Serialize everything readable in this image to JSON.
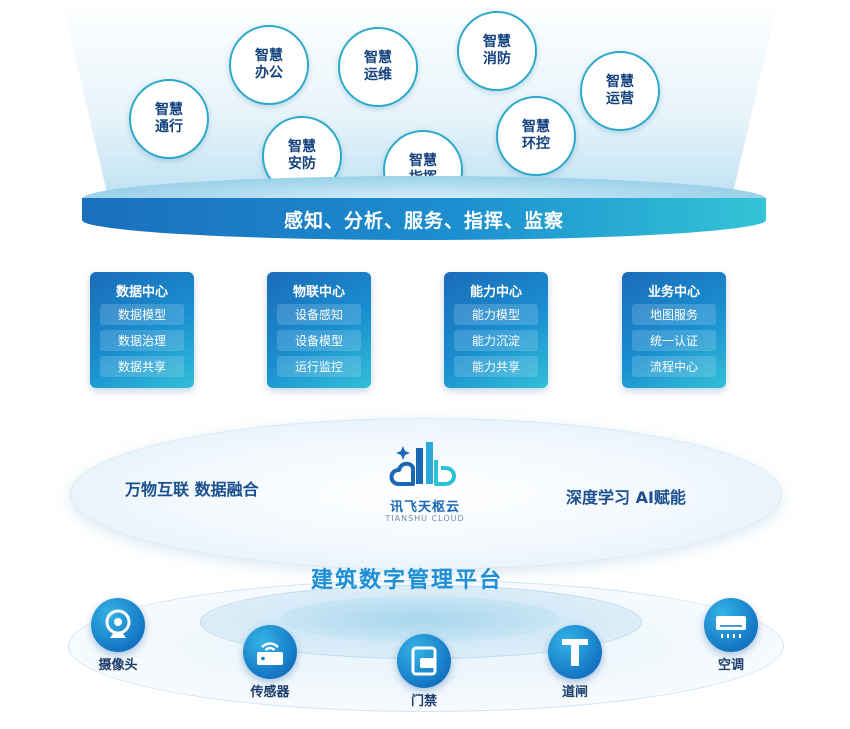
{
  "smart_modules": [
    {
      "label": "智慧\n办公"
    },
    {
      "label": "智慧\n运维"
    },
    {
      "label": "智慧\n消防"
    },
    {
      "label": "智慧\n运营"
    },
    {
      "label": "智慧\n通行"
    },
    {
      "label": "智慧\n安防"
    },
    {
      "label": "智慧\n指挥"
    },
    {
      "label": "智慧\n环控"
    }
  ],
  "top_band": "感知、分析、服务、指挥、监察",
  "centers": [
    {
      "title": "数据中心",
      "items": [
        "数据模型",
        "数据治理",
        "数据共享"
      ]
    },
    {
      "title": "物联中心",
      "items": [
        "设备感知",
        "设备模型",
        "运行监控"
      ]
    },
    {
      "title": "能力中心",
      "items": [
        "能力模型",
        "能力沉淀",
        "能力共享"
      ]
    },
    {
      "title": "业务中心",
      "items": [
        "地图服务",
        "统一认证",
        "流程中心"
      ]
    }
  ],
  "middle": {
    "left_text": "万物互联 数据融合",
    "right_text": "深度学习 AI赋能",
    "logo_name": "讯飞天枢云",
    "logo_sub": "TIANSHU CLOUD"
  },
  "platform_title": "建筑数字管理平台",
  "devices": [
    {
      "label": "摄像头",
      "icon": "camera-icon"
    },
    {
      "label": "传感器",
      "icon": "sensor-icon"
    },
    {
      "label": "门禁",
      "icon": "access-control-icon"
    },
    {
      "label": "道闸",
      "icon": "barrier-gate-icon"
    },
    {
      "label": "空调",
      "icon": "air-conditioner-icon"
    }
  ],
  "colors": {
    "primary_blue": "#1a6fbc",
    "accent_cyan": "#33c4d6",
    "bubble_border": "#2aa9c9",
    "text_dark_blue": "#16437e"
  }
}
